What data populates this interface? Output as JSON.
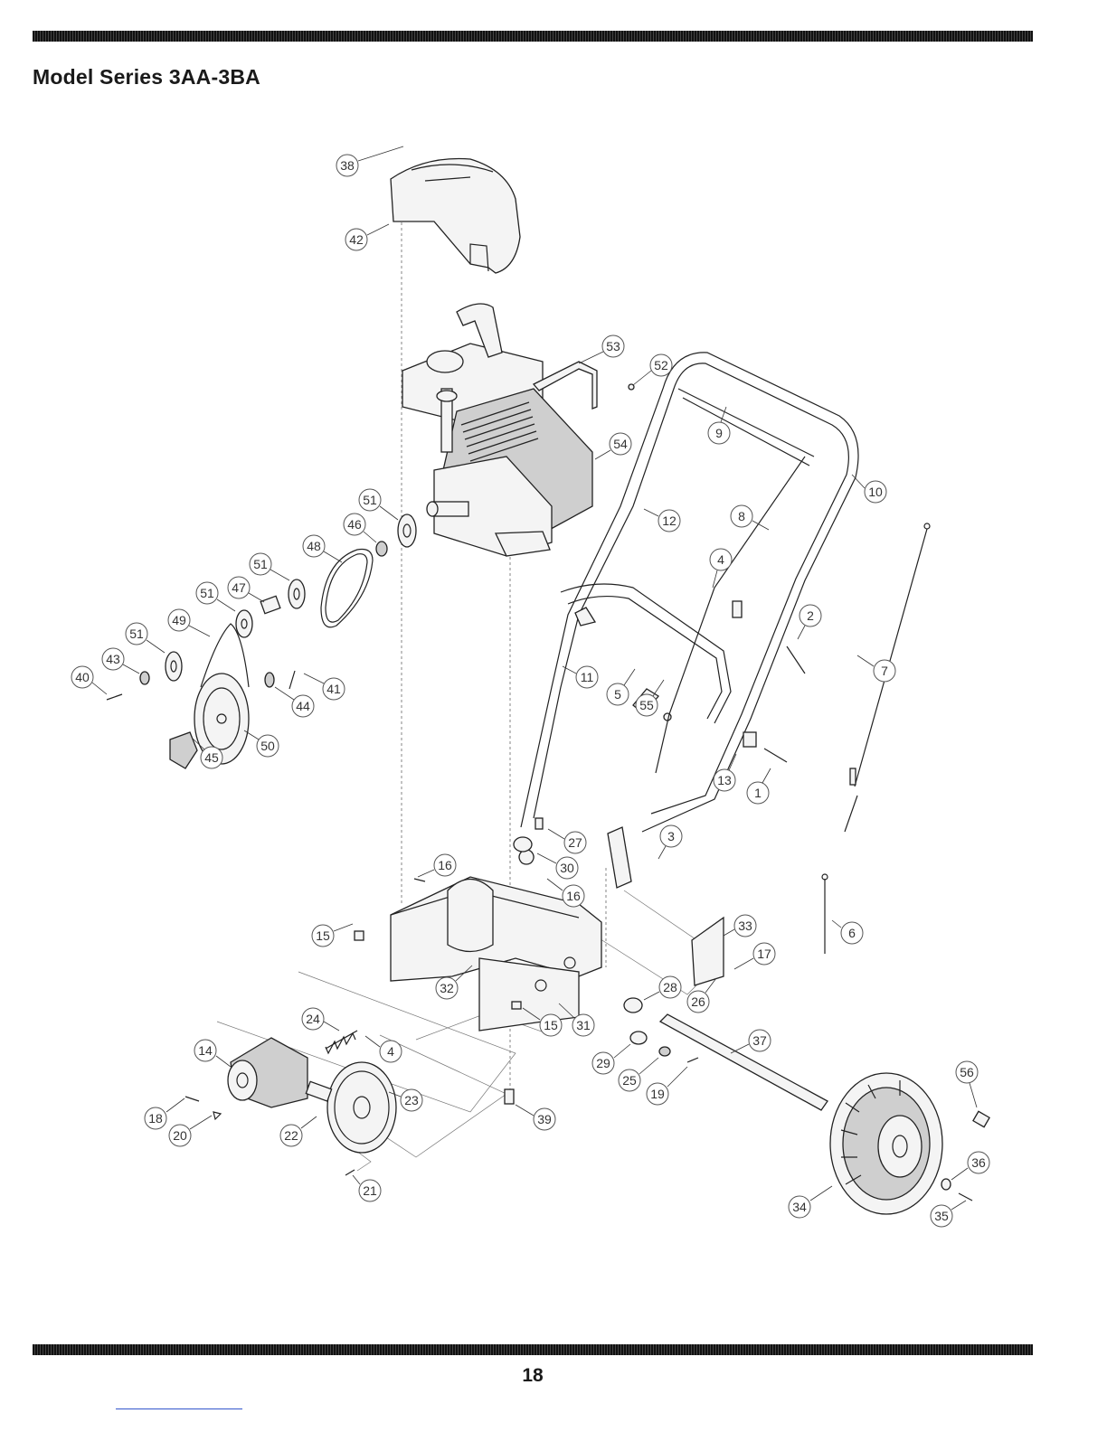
{
  "header": {
    "title": "Model Series 3AA-3BA"
  },
  "footer": {
    "page_number": "18"
  },
  "callouts": [
    "38",
    "42",
    "53",
    "52",
    "9",
    "10",
    "54",
    "51",
    "46",
    "48",
    "51",
    "47",
    "51",
    "49",
    "51",
    "43",
    "40",
    "41",
    "44",
    "45",
    "50",
    "12",
    "8",
    "4",
    "2",
    "7",
    "11",
    "5",
    "55",
    "13",
    "1",
    "27",
    "3",
    "30",
    "16",
    "16",
    "15",
    "33",
    "6",
    "17",
    "32",
    "28",
    "26",
    "15",
    "31",
    "24",
    "4",
    "37",
    "14",
    "29",
    "25",
    "19",
    "23",
    "56",
    "18",
    "20",
    "22",
    "39",
    "36",
    "34",
    "35",
    "21"
  ]
}
